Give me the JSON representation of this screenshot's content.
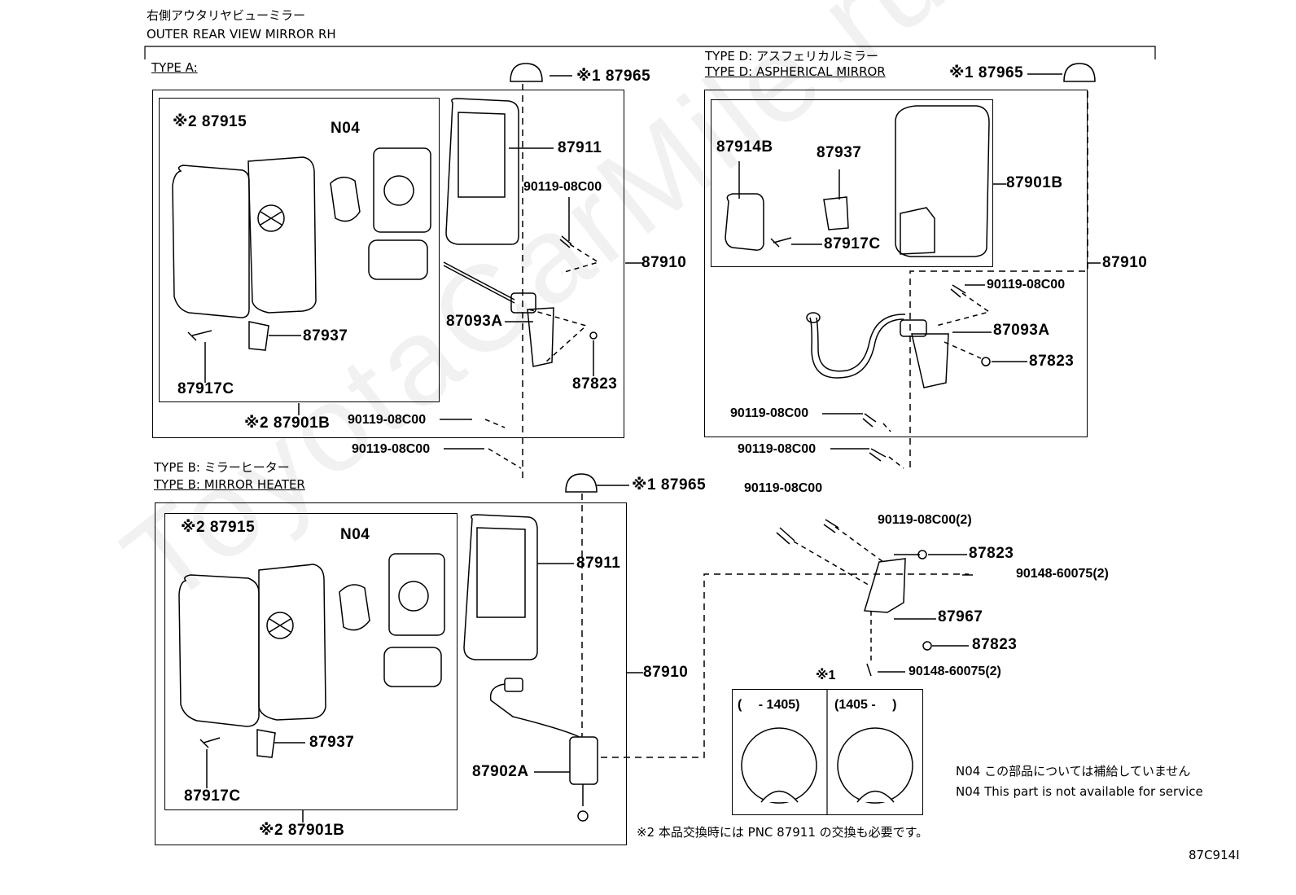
{
  "header": {
    "title_jp": "右側アウタリヤビューミラー",
    "title_en": "OUTER REAR VIEW MIRROR RH"
  },
  "types": {
    "a": "TYPE A:",
    "b_jp": "TYPE B: ミラーヒーター",
    "b_en": "TYPE B: MIRROR HEATER",
    "d_jp": "TYPE D: アスフェリカルミラー",
    "d_en": "TYPE D: ASPHERICAL MIRROR"
  },
  "labels": {
    "a_87965": "※1 87965",
    "a_87915": "※2 87915",
    "a_n04": "N04",
    "a_87911": "87911",
    "a_90119a": "90119-08C00",
    "a_87910": "87910",
    "a_87093a": "87093A",
    "a_87937": "87937",
    "a_87823": "87823",
    "a_87917c": "87917C",
    "a_87901b": "※2 87901B",
    "a_90119b": "90119-08C00",
    "a_90119c": "90119-08C00",
    "d_87965": "※1 87965",
    "d_87914b": "87914B",
    "d_87937": "87937",
    "d_87901b": "87901B",
    "d_87917c": "87917C",
    "d_87910": "87910",
    "d_90119a": "90119-08C00",
    "d_87093a": "87093A",
    "d_87823": "87823",
    "d_90119b": "90119-08C00",
    "d_90119c": "90119-08C00",
    "b_87965": "※1 87965",
    "b_87915": "※2 87915",
    "b_n04": "N04",
    "b_87911": "87911",
    "b_87910": "87910",
    "b_87937": "87937",
    "b_87917c": "87917C",
    "b_87902a": "87902A",
    "b_87901b": "※2 87901B",
    "s_90119a": "90119-08C00",
    "s_90119b": "90119-08C00(2)",
    "s_87823a": "87823",
    "s_90148a": "90148-60075(2)",
    "s_87967": "87967",
    "s_87823b": "87823",
    "s_90148b": "90148-60075(2)",
    "cap_title": "※1",
    "cap_left": "(　 - 1405)",
    "cap_right": "(1405 -　 )"
  },
  "notes": {
    "n04_jp": "N04 この部品については補給していません",
    "n04_en": "N04 This part is not available for service",
    "star2_jp": "※2 本品交換時には PNC 87911 の交換も必要です。",
    "diagram_id": "87C914I"
  },
  "watermark": "ToyotaCarMile.ru"
}
